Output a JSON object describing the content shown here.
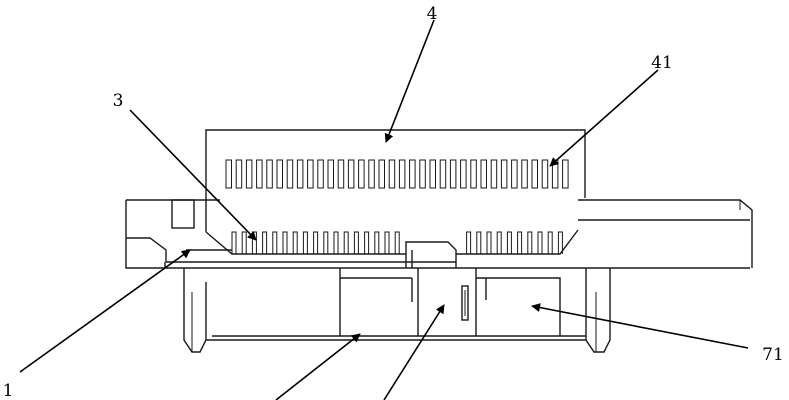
{
  "labels": {
    "l1": "1",
    "l3": "3",
    "l4": "4",
    "l41": "41",
    "l71": "71"
  }
}
